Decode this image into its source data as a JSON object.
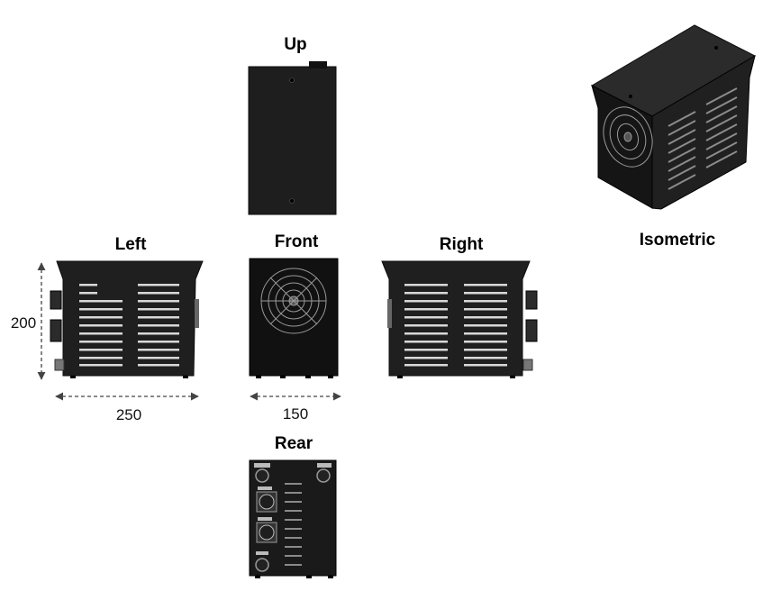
{
  "views": {
    "up": "Up",
    "left": "Left",
    "front": "Front",
    "right": "Right",
    "isometric": "Isometric",
    "rear": "Rear"
  },
  "dimensions": {
    "height": "200",
    "depth": "250",
    "width": "150"
  },
  "colors": {
    "body": "#1c1c1c",
    "panel": "#2a2a2a",
    "slot": "#d9d9d9",
    "dim_line": "#444444"
  }
}
